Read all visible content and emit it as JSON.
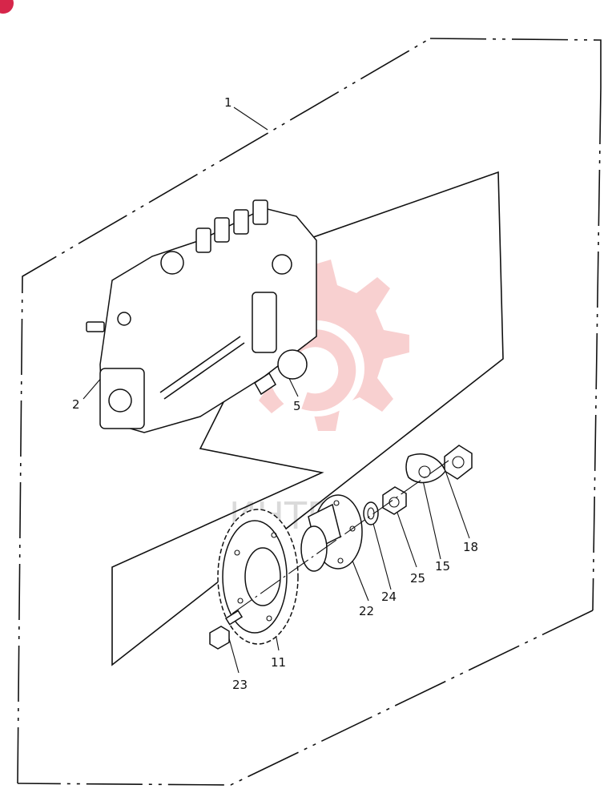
{
  "badge": {
    "color": "#d6264a",
    "label": ""
  },
  "watermark": {
    "text": "ИНТЕХ",
    "color": "#e8585a"
  },
  "callouts": [
    {
      "id": "1",
      "text": "1"
    },
    {
      "id": "2",
      "text": "2"
    },
    {
      "id": "5",
      "text": "5"
    },
    {
      "id": "18",
      "text": "18"
    },
    {
      "id": "15",
      "text": "15"
    },
    {
      "id": "25",
      "text": "25"
    },
    {
      "id": "24",
      "text": "24"
    },
    {
      "id": "22",
      "text": "22"
    },
    {
      "id": "11",
      "text": "11"
    },
    {
      "id": "23",
      "text": "23"
    }
  ]
}
